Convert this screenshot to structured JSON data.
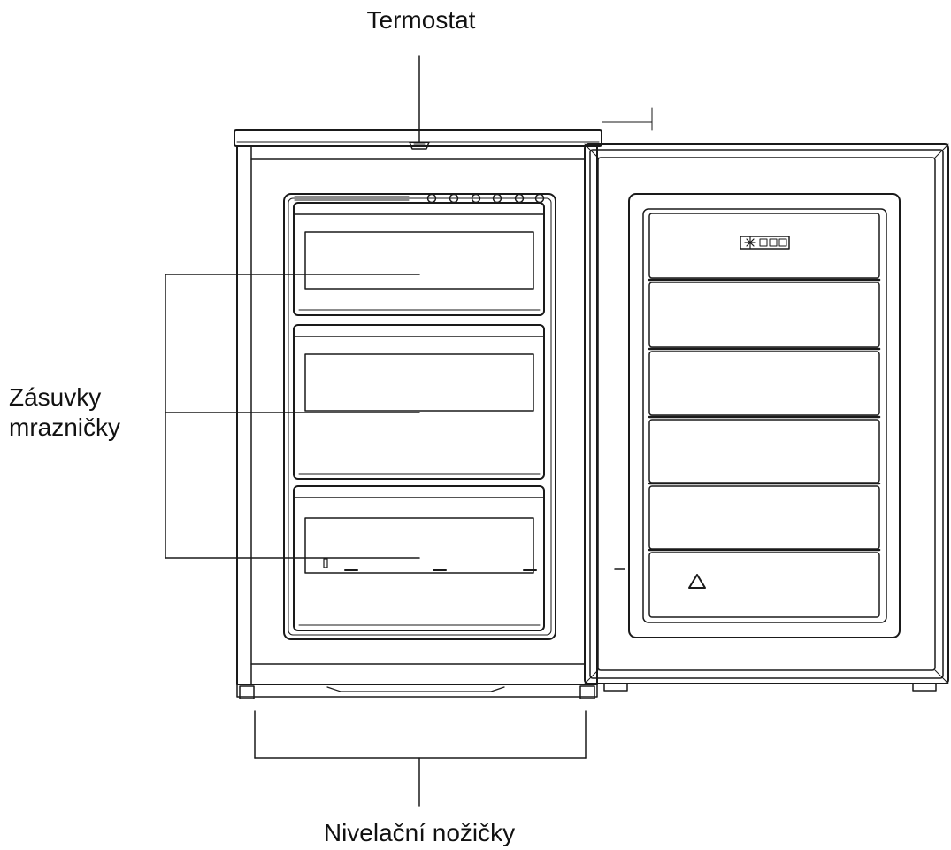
{
  "labels": {
    "thermostat": "Termostat",
    "drawers_line1": "Zásuvky",
    "drawers_line2": "mrazničky",
    "feet": "Nivelační nožičky"
  },
  "colors": {
    "line": "#1a1a1a",
    "text": "#111111",
    "background": "#ffffff"
  },
  "freezer": {
    "drawer_count": 3,
    "door_shelf_count": 6,
    "thermostat_indicator_count": 6
  },
  "icons": [
    "recycle-triangle-icon",
    "snowflake-rating-icon"
  ]
}
